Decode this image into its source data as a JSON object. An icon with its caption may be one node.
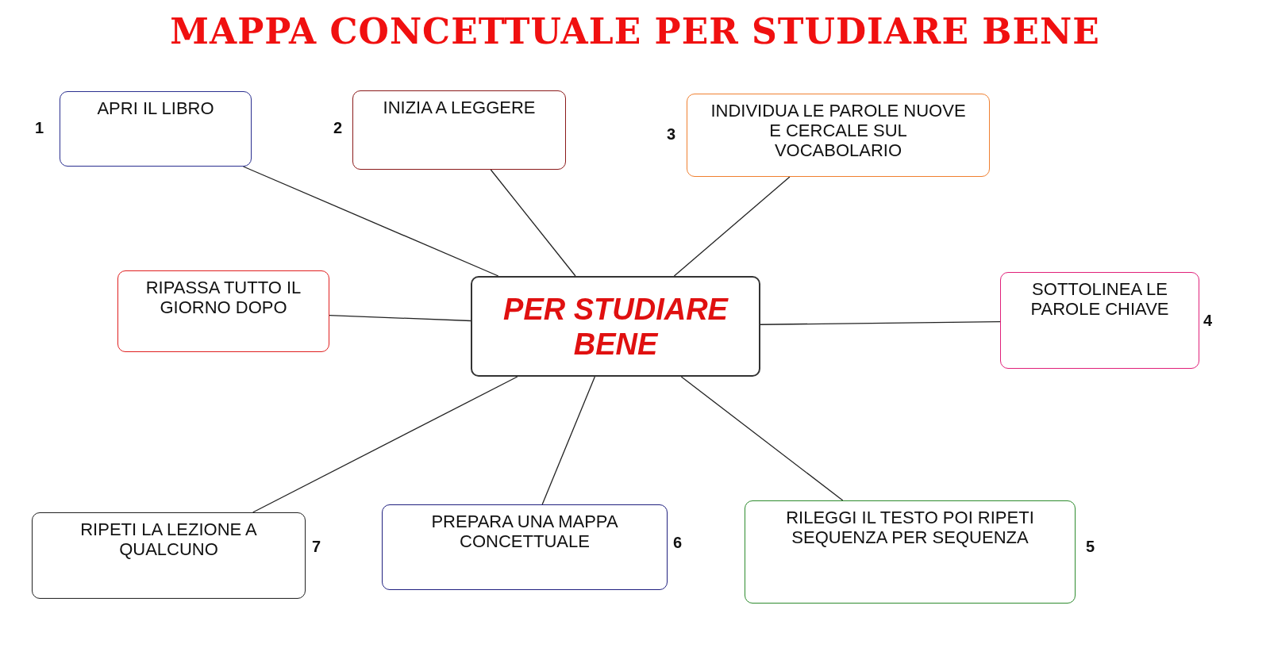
{
  "diagram": {
    "title": "MAPPA CONCETTUALE PER STUDIARE BENE",
    "nodes": [
      {
        "text": [
          "APRI IL LIBRO"
        ],
        "beside": [
          "1"
        ]
      },
      {
        "text": [
          "INIZIA A LEGGERE"
        ],
        "beside": [
          "2"
        ]
      },
      {
        "text": [
          "INDIVIDUA LE PAROLE NUOVE E CERCALE SUL VOCABOLARIO"
        ],
        "beside": [
          "3"
        ]
      },
      {
        "text": [
          "RIPASSA TUTTO IL GIORNO DOPO"
        ]
      },
      {
        "text": [
          "PER STUDIARE BENE"
        ]
      },
      {
        "text": [
          "SOTTOLINEA LE PAROLE CHIAVE"
        ],
        "beside": [
          "4"
        ]
      },
      {
        "text": [
          "RIPETI LA LEZIONE A QUALCUNO"
        ],
        "beside": [
          "7"
        ]
      },
      {
        "text": [
          "PREPARA UNA MAPPA CONCETTUALE"
        ],
        "beside": [
          "6"
        ]
      },
      {
        "text": [
          "RILEGGI IL TESTO POI RIPETI SEQUENZA PER SEQUENZA"
        ],
        "beside": [
          "5"
        ]
      }
    ],
    "edges": [
      {
        "from": 0,
        "to": 4,
        "arrow": "none"
      },
      {
        "from": 1,
        "to": 4,
        "arrow": "none"
      },
      {
        "from": 2,
        "to": 4,
        "arrow": "none"
      },
      {
        "from": 3,
        "to": 4,
        "arrow": "none"
      },
      {
        "from": 4,
        "to": 5,
        "arrow": "none"
      },
      {
        "from": 4,
        "to": 6,
        "arrow": "none"
      },
      {
        "from": 4,
        "to": 7,
        "arrow": "none"
      },
      {
        "from": 4,
        "to": 8,
        "arrow": "none"
      }
    ]
  }
}
